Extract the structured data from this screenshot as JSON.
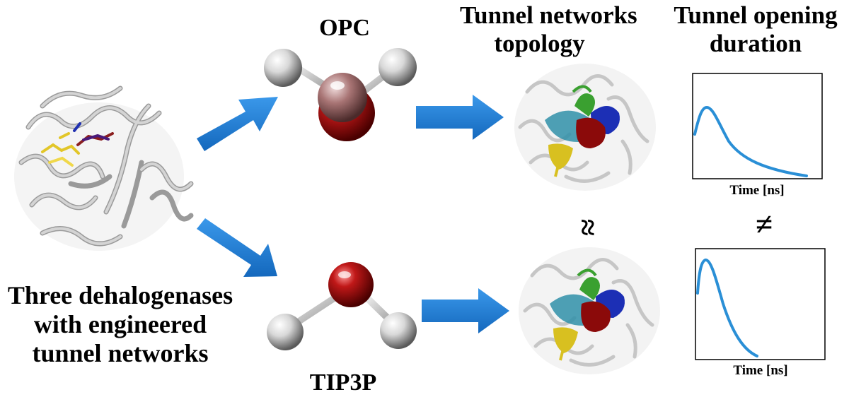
{
  "headers": {
    "topology_line1": "Tunnel networks",
    "topology_line2": "topology",
    "duration_line1": "Tunnel opening",
    "duration_line2": "duration"
  },
  "water_models": {
    "top": "OPC",
    "bottom": "TIP3P"
  },
  "caption": {
    "line1": "Three dehalogenases",
    "line2": "with engineered",
    "line3": "tunnel networks"
  },
  "comparison": {
    "topology_symbol": "≈",
    "duration_symbol": "≠"
  },
  "plots": {
    "top_xlabel": "Time [ns]",
    "bottom_xlabel": "Time [ns]"
  },
  "colors": {
    "arrow": "#1e7fd8",
    "curve": "#2a8fd6",
    "oxygen": "#b01414",
    "opc_center": "#b07a7a",
    "hydrogen": "#e0e0e0",
    "tunnel_green": "#3aa030",
    "tunnel_blue": "#1c2fb5",
    "tunnel_red": "#8b0a0a",
    "tunnel_cyan": "#2f8fa8",
    "tunnel_yellow": "#d8c020"
  },
  "icons": [
    "protein-cartoon-icon",
    "water-molecule-icon",
    "block-arrow-icon",
    "decay-curve-icon"
  ]
}
